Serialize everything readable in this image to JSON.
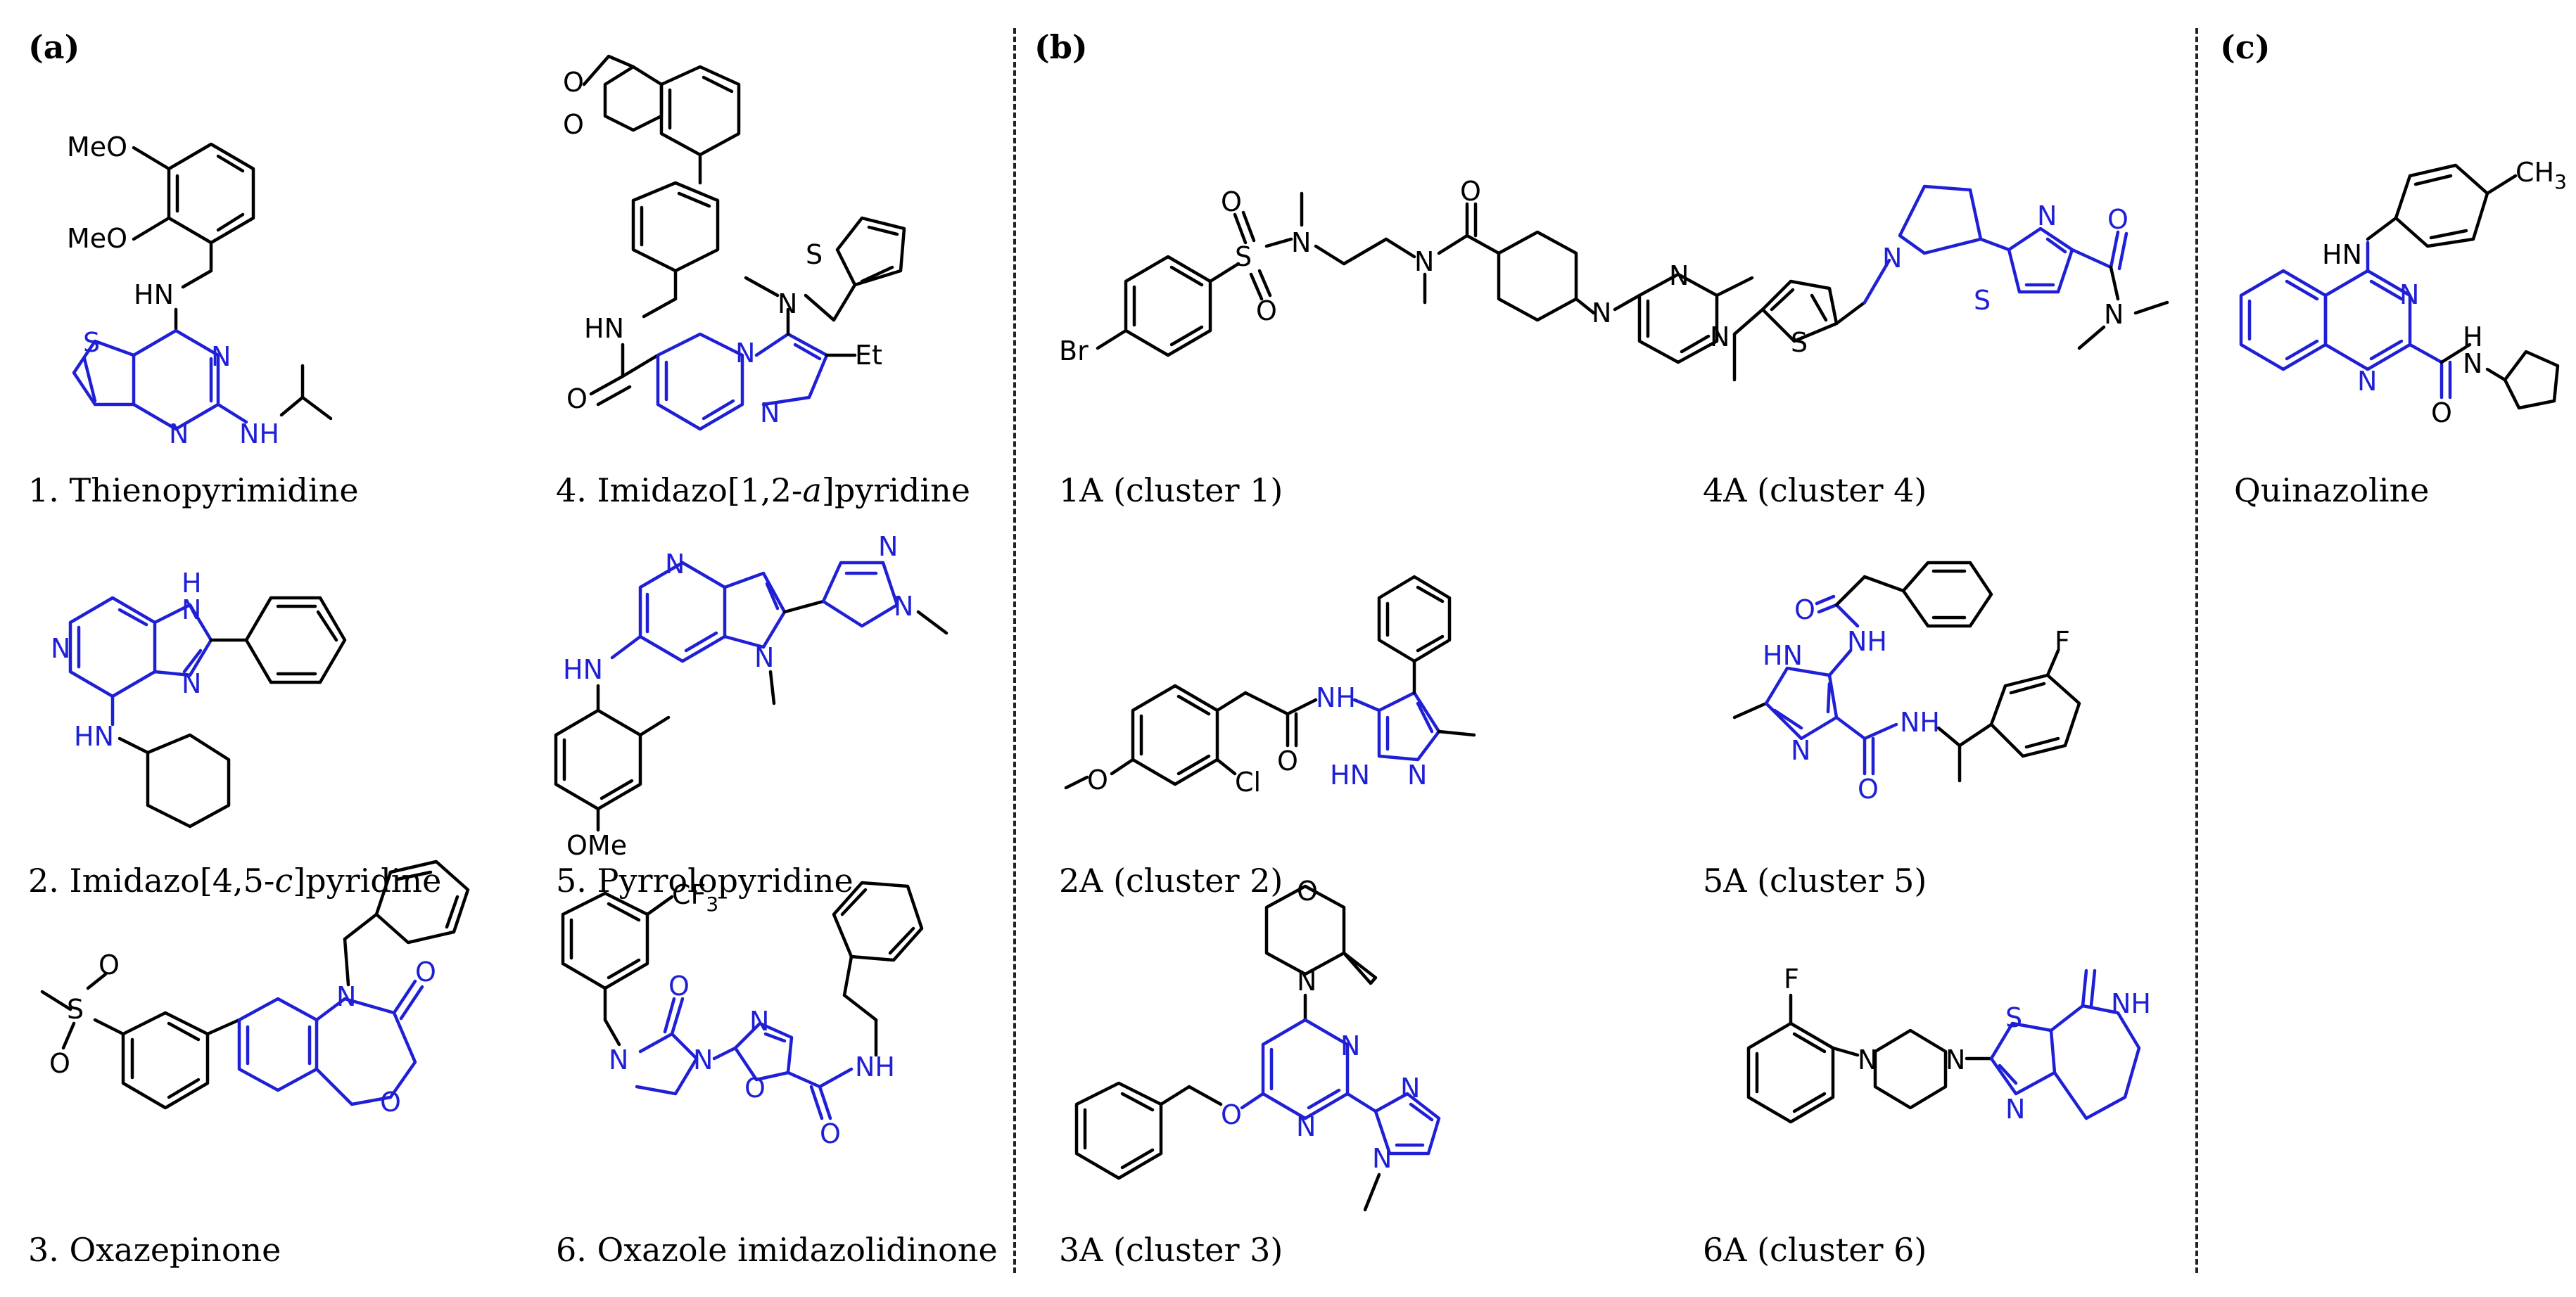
{
  "panels": {
    "a": "(a)",
    "b": "(b)",
    "c": "(c)"
  },
  "captions": {
    "s1": "1. Thienopyrimidine",
    "s2": "2. Imidazo[4,5-",
    "s2_italic": "c",
    "s2_end": "]pyridine",
    "s3": "3. Oxazepinone",
    "s4": "4. Imidazo[1,2-",
    "s4_italic": "a",
    "s4_end": "]pyridine",
    "s5": "5. Pyrrolopyridine",
    "s6": "6. Oxazole imidazolidinone",
    "c1": "1A (cluster 1)",
    "c2": "2A (cluster 2)",
    "c3": "3A (cluster 3)",
    "c4": "4A (cluster 4)",
    "c5": "5A (cluster 5)",
    "c6": "6A (cluster 6)",
    "q": "Quinazoline"
  },
  "atoms": {
    "MeO": "MeO",
    "HN": "HN",
    "NH": "NH",
    "N": "N",
    "S": "S",
    "O": "O",
    "H": "H",
    "Et": "Et",
    "OMe": "OMe",
    "Br": "Br",
    "Cl": "Cl",
    "F": "F",
    "CF3": "CF",
    "sub3": "3",
    "CH3": "CH"
  },
  "colors": {
    "scaffold": "#1f1fd6",
    "substituent": "#000000"
  }
}
